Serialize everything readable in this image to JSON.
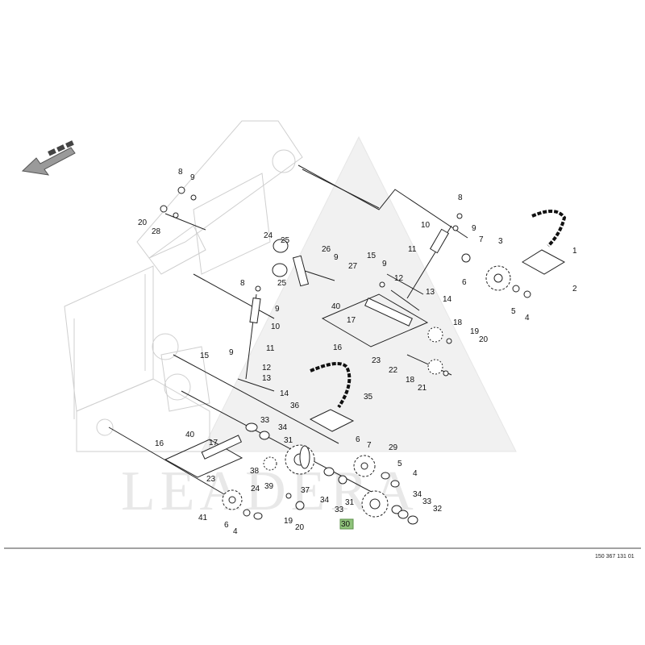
{
  "diagram": {
    "watermark": "LEADERA",
    "drawing_ref": "150 367 131 01",
    "highlighted_part": "30",
    "callouts": [
      "1",
      "2",
      "3",
      "4",
      "5",
      "6",
      "7",
      "8",
      "9",
      "10",
      "11",
      "12",
      "13",
      "14",
      "15",
      "16",
      "17",
      "18",
      "19",
      "20",
      "21",
      "22",
      "23",
      "24",
      "25",
      "26",
      "27",
      "28",
      "29",
      "30",
      "31",
      "32",
      "33",
      "34",
      "35",
      "36",
      "37",
      "38",
      "39",
      "40",
      "41"
    ],
    "icons": [
      "direction-arrow-icon",
      "watermark-triangle-icon"
    ]
  }
}
